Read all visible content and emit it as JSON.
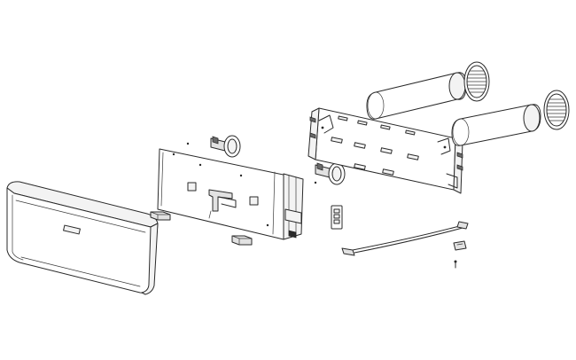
{
  "diagram": {
    "type": "exploded-assembly-drawing",
    "components": [
      "front-cover",
      "cover-foot-left",
      "cover-foot-right",
      "control-panel",
      "panel-knob-top",
      "panel-knob-bottom",
      "wall-mount-bracket",
      "fan-left",
      "fan-right",
      "grille-left",
      "grille-right",
      "switch-module",
      "connecting-cable",
      "cable-clip",
      "screw"
    ]
  }
}
